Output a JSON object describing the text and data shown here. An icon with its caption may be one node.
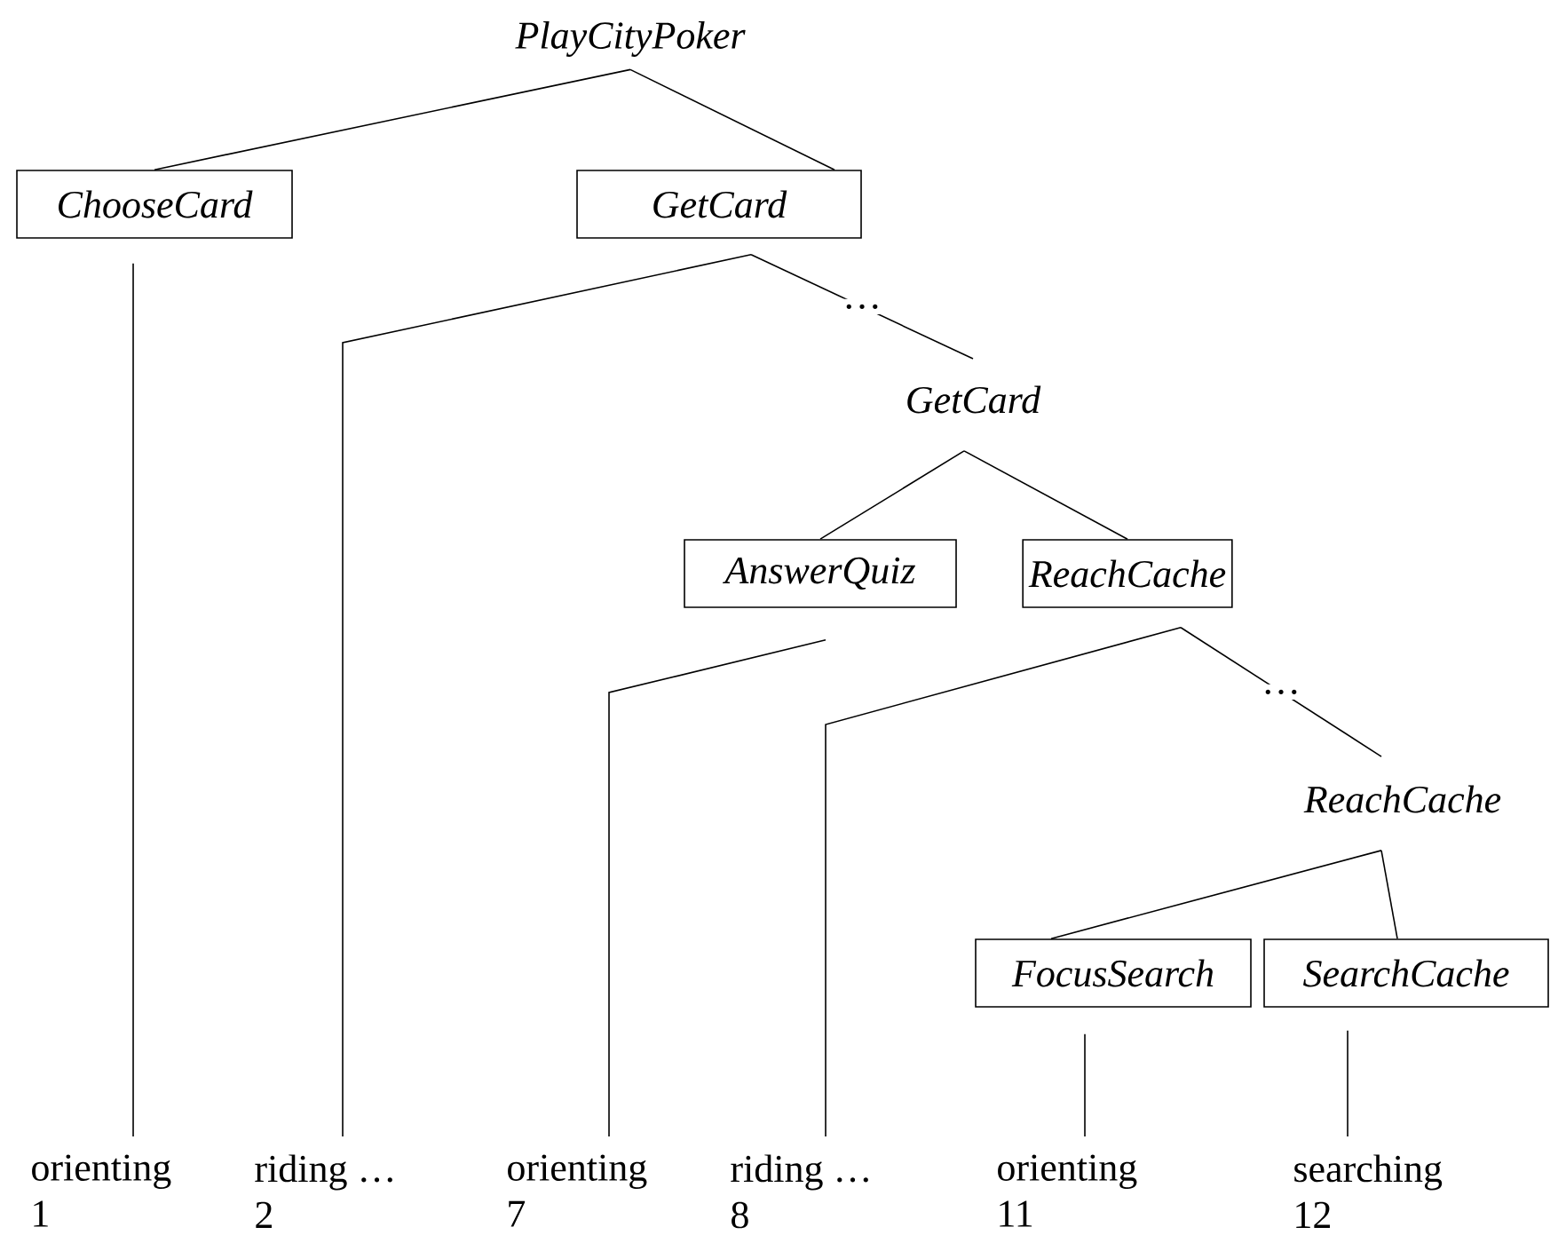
{
  "diagram": {
    "nodes": [
      {
        "text": [
          "PlayCityPoker"
        ]
      },
      {
        "text": [
          "ChooseCard"
        ]
      },
      {
        "text": [
          "GetCard"
        ]
      },
      {
        "text": [
          "GetCard"
        ]
      },
      {
        "text": [
          "AnswerQuiz"
        ]
      },
      {
        "text": [
          "ReachCache"
        ]
      },
      {
        "text": [
          "ReachCache"
        ]
      },
      {
        "text": [
          "FocusSearch"
        ]
      },
      {
        "text": [
          "SearchCache"
        ]
      },
      {
        "text": [
          "orienting",
          "1"
        ]
      },
      {
        "text": [
          "riding  …",
          "2"
        ]
      },
      {
        "text": [
          "orienting",
          "7"
        ]
      },
      {
        "text": [
          "riding  …",
          "8"
        ]
      },
      {
        "text": [
          "orienting",
          "11"
        ]
      },
      {
        "text": [
          "searching",
          "12"
        ]
      }
    ],
    "edges": [
      {
        "from": 0,
        "to": 1,
        "arrow": "none"
      },
      {
        "from": 0,
        "to": 2,
        "arrow": "none"
      },
      {
        "from": 1,
        "to": 9,
        "arrow": "none"
      },
      {
        "from": 2,
        "to": 10,
        "arrow": "none"
      },
      {
        "from": 2,
        "to": 3,
        "arrow": "none",
        "label": "…"
      },
      {
        "from": 3,
        "to": 4,
        "arrow": "none"
      },
      {
        "from": 3,
        "to": 5,
        "arrow": "none"
      },
      {
        "from": 4,
        "to": 11,
        "arrow": "none"
      },
      {
        "from": 5,
        "to": 12,
        "arrow": "none"
      },
      {
        "from": 5,
        "to": 6,
        "arrow": "none",
        "label": "…"
      },
      {
        "from": 6,
        "to": 7,
        "arrow": "none"
      },
      {
        "from": 6,
        "to": 8,
        "arrow": "none"
      },
      {
        "from": 7,
        "to": 13,
        "arrow": "none"
      },
      {
        "from": 8,
        "to": 14,
        "arrow": "none"
      }
    ]
  }
}
